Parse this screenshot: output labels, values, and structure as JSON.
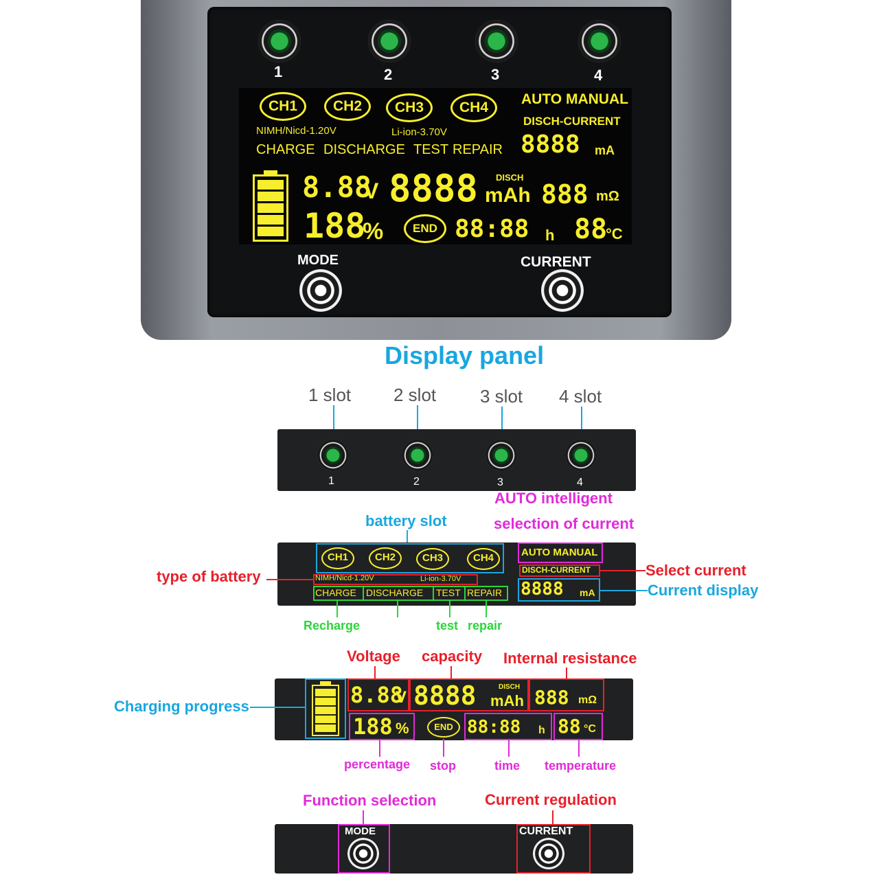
{
  "top_panel": {
    "slot_numbers": [
      "1",
      "2",
      "3",
      "4"
    ],
    "channels": [
      "CH1",
      "CH2",
      "CH3",
      "CH4"
    ],
    "battery_type_nimh": "NIMH/Nicd-1.20V",
    "battery_type_liion": "Li-ion-3.70V",
    "modes": [
      "CHARGE",
      "DISCHARGE",
      "TEST",
      "REPAIR"
    ],
    "auto_manual": "AUTO MANUAL",
    "disch_current": "DISCH-CURRENT",
    "current_digits": "8888",
    "current_unit": "mA",
    "voltage_digits": "8.88",
    "voltage_unit": "V",
    "capacity_digits": "8888",
    "capacity_unit": "mAh",
    "disch_label": "DISCH",
    "resistance_digits": "888",
    "resistance_unit": "mΩ",
    "percent_digits": "188",
    "percent_unit": "%",
    "end_label": "END",
    "time_digits": "88:88",
    "time_unit": "h",
    "temp_digits": "88",
    "temp_unit": "°C",
    "mode_button": "MODE",
    "current_button": "CURRENT"
  },
  "title": "Display panel",
  "slot_labels": [
    "1 slot",
    "2 slot",
    "3 slot",
    "4 slot"
  ],
  "annotations": {
    "auto_line1": "AUTO intelligent",
    "auto_line2": "selection of current",
    "battery_slot": "battery slot",
    "type_of_battery": "type of battery",
    "select_current": "Select current",
    "current_display": "Current display",
    "recharge": "Recharge",
    "test": "test",
    "repair": "repair",
    "voltage": "Voltage",
    "capacity": "capacity",
    "internal_resistance": "Internal resistance",
    "charging_progress": "Charging progress",
    "percentage": "percentage",
    "stop": "stop",
    "time": "time",
    "temperature": "temperature",
    "function_selection": "Function selection",
    "current_regulation": "Current regulation"
  },
  "colors": {
    "lcd_yellow": "#f7ee2d",
    "title_blue": "#19a7df",
    "annotation_red": "#e8202a",
    "annotation_magenta": "#e22ad8",
    "annotation_green": "#2ed43a",
    "led_green": "#2bb64a"
  }
}
